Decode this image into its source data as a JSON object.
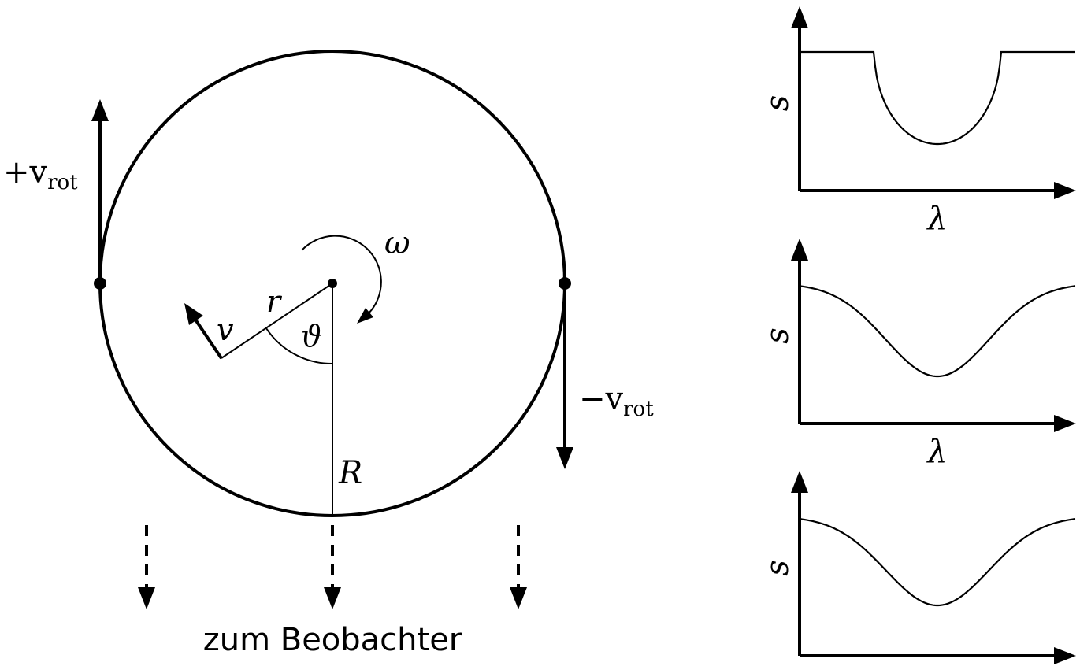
{
  "labels": {
    "v_rot_plus_sign": "+v",
    "v_rot_plus_sub": "rot",
    "v_rot_minus_sign": "−v",
    "v_rot_minus_sub": "rot",
    "omega": "ω",
    "r": "r",
    "v": "v",
    "theta": "ϑ",
    "R": "R",
    "observer": "zum Beobachter"
  },
  "plots": [
    {
      "ylabel": "s",
      "xlabel": "λ",
      "profile": "sharp"
    },
    {
      "ylabel": "s",
      "xlabel": "λ",
      "profile": "smooth"
    },
    {
      "ylabel": "s",
      "xlabel": "",
      "profile": "smooth"
    }
  ],
  "colors": {
    "ink": "#000000",
    "background": "#ffffff"
  }
}
